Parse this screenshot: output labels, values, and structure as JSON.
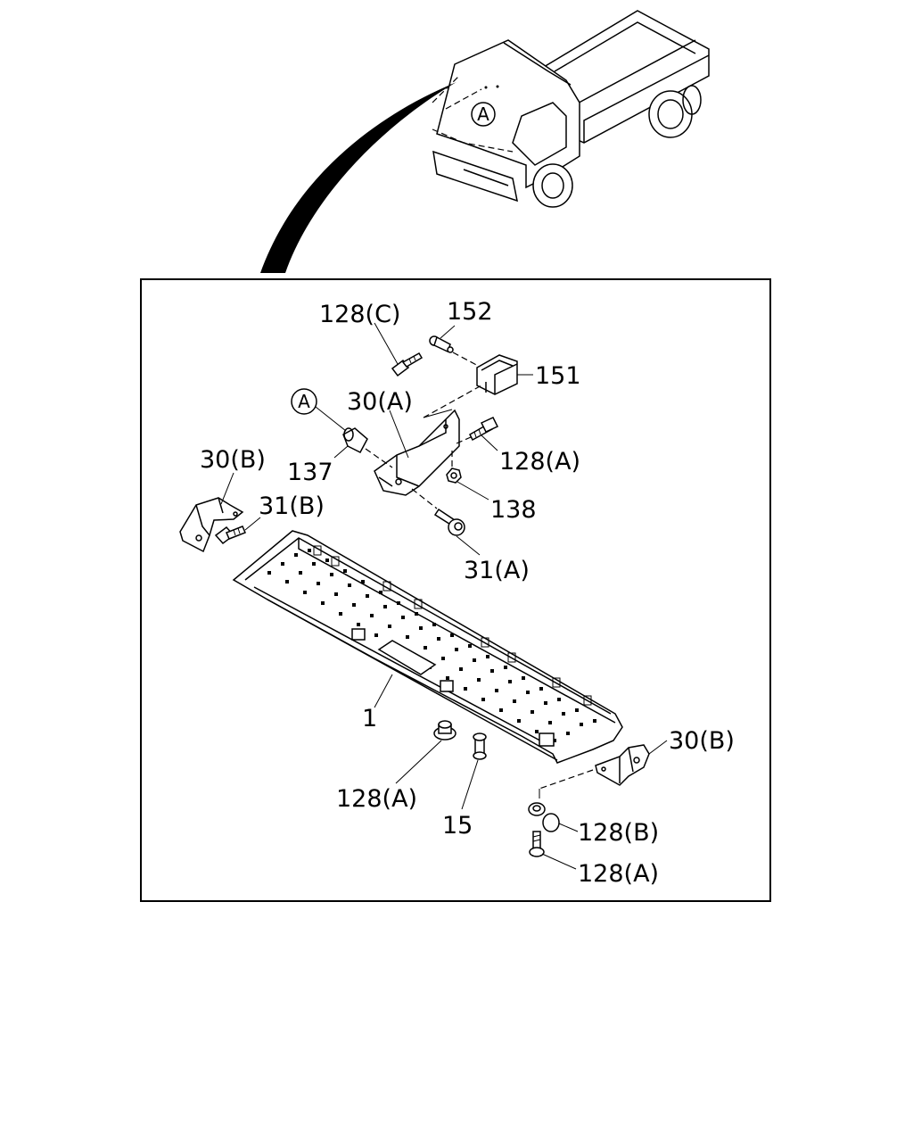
{
  "callouts": {
    "circle_a_truck": "A",
    "circle_a_detail": "A",
    "p128c": "128(C)",
    "p152": "152",
    "p151": "151",
    "p30a": "30(A)",
    "p128a_top": "128(A)",
    "p138": "138",
    "p137": "137",
    "p30b_left": "30(B)",
    "p31b": "31(B)",
    "p31a": "31(A)",
    "p1": "1",
    "p128a_bottom_left": "128(A)",
    "p15": "15",
    "p30b_right": "30(B)",
    "p128b": "128(B)",
    "p128a_bottom_right": "128(A)"
  }
}
